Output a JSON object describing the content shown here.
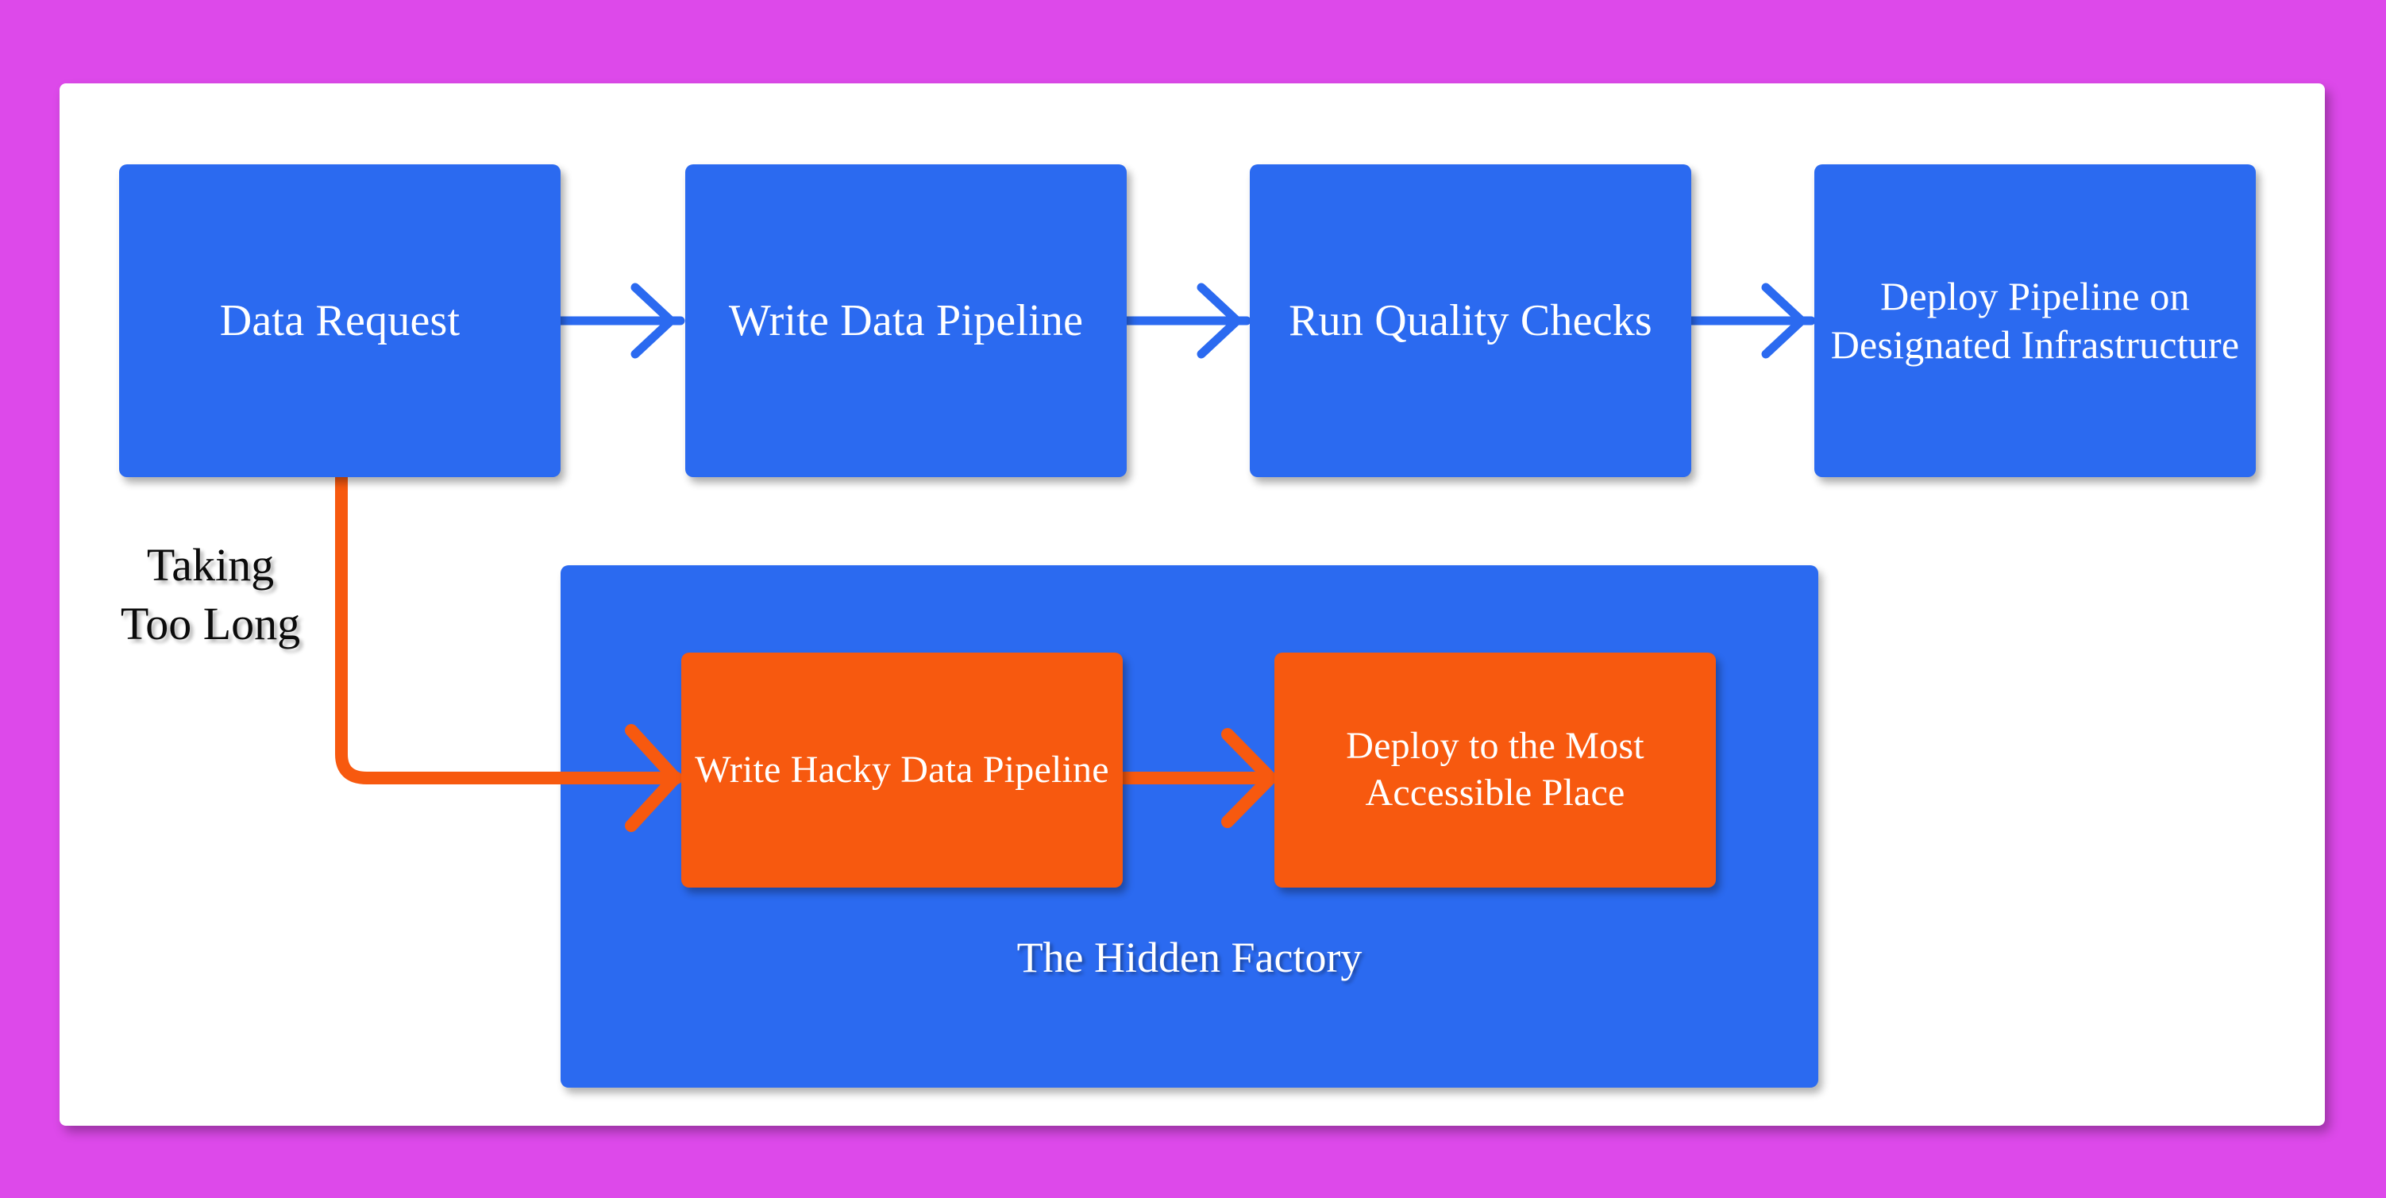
{
  "canvas": {
    "background_color": "#dd49ea",
    "card_color": "#ffffff"
  },
  "palette": {
    "blue": "#2b6af0",
    "orange": "#f7590f",
    "magenta": "#dd49ea",
    "label_text": "#0b0b0b",
    "node_text": "#ffffff"
  },
  "diagram": {
    "happy_path": {
      "arrow_color": "#2b6af0",
      "nodes": [
        {
          "id": "data-request",
          "label": "Data Request"
        },
        {
          "id": "write-pipeline",
          "label": "Write Data Pipeline"
        },
        {
          "id": "quality-checks",
          "label": "Run Quality Checks"
        },
        {
          "id": "deploy-designated",
          "label": "Deploy Pipeline on Designated Infrastructure"
        }
      ]
    },
    "shortcut_path": {
      "arrow_color": "#f7590f",
      "branch_label": "Taking Too Long",
      "container_label": "The Hidden Factory",
      "nodes": [
        {
          "id": "hacky-pipeline",
          "label": "Write Hacky Data Pipeline"
        },
        {
          "id": "accessible",
          "label": "Deploy to the Most Accessible Place"
        }
      ]
    }
  }
}
